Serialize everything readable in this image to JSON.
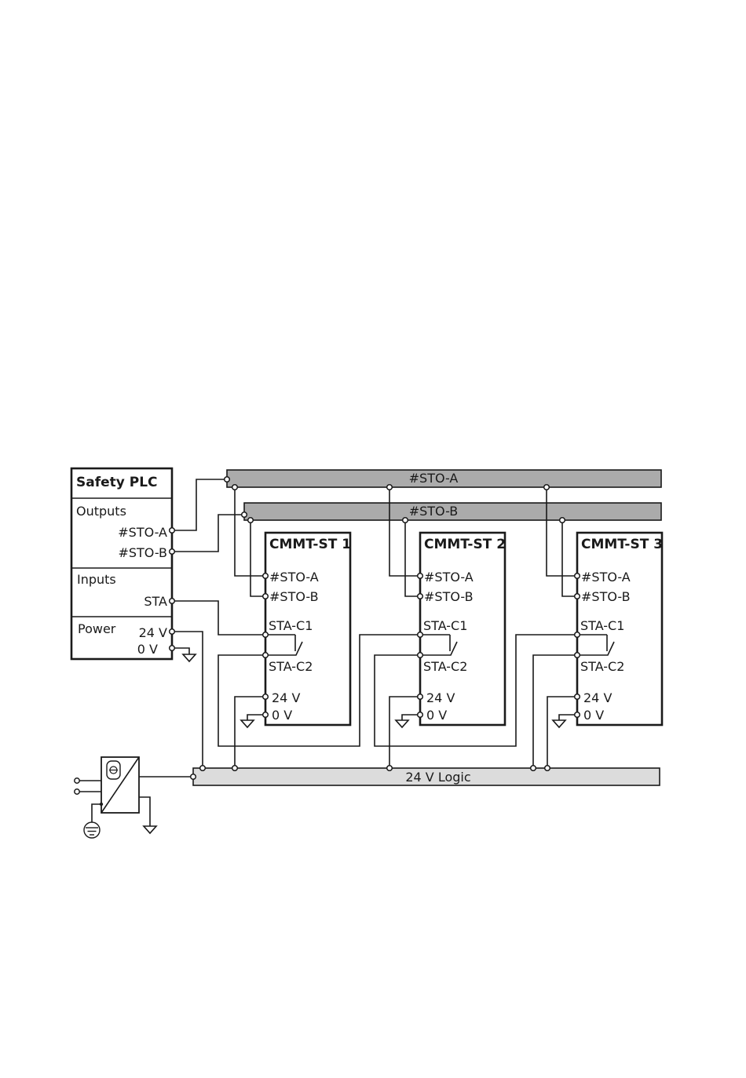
{
  "plc": {
    "title": "Safety PLC",
    "outputs_label": "Outputs",
    "out_sto_a": "#STO-A",
    "out_sto_b": "#STO-B",
    "inputs_label": "Inputs",
    "in_sta": "STA",
    "power_label": "Power",
    "pwr_24v": "24 V",
    "pwr_0v": "0 V"
  },
  "buses": {
    "sto_a": "#STO-A",
    "sto_b": "#STO-B",
    "logic": "24 V Logic"
  },
  "drives": [
    {
      "title": "CMMT-ST 1",
      "sto_a": "#STO-A",
      "sto_b": "#STO-B",
      "sta_c1": "STA-C1",
      "sta_c2": "STA-C2",
      "v24": "24 V",
      "v0": "0 V"
    },
    {
      "title": "CMMT-ST 2",
      "sto_a": "#STO-A",
      "sto_b": "#STO-B",
      "sta_c1": "STA-C1",
      "sta_c2": "STA-C2",
      "v24": "24 V",
      "v0": "0 V"
    },
    {
      "title": "CMMT-ST 3",
      "sto_a": "#STO-A",
      "sto_b": "#STO-B",
      "sta_c1": "STA-C1",
      "sta_c2": "STA-C2",
      "v24": "24 V",
      "v0": "0 V"
    }
  ]
}
